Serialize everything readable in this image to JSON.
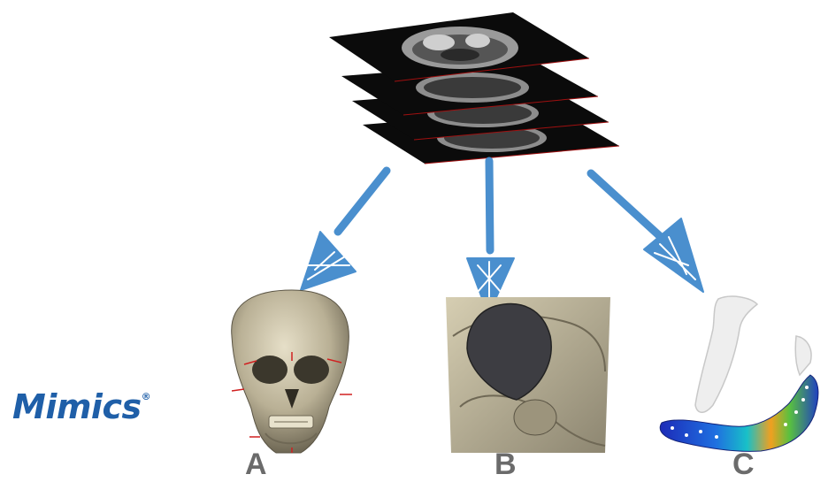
{
  "brand": {
    "name": "Mimics",
    "mark": "®"
  },
  "panels": [
    {
      "label": "A"
    },
    {
      "label": "B"
    },
    {
      "label": "C"
    }
  ],
  "colors": {
    "arrow": "#4a8fce",
    "slice_bg": "#0b0b0b",
    "brand": "#1f5fa8",
    "panel_label": "#6b6b6b"
  }
}
